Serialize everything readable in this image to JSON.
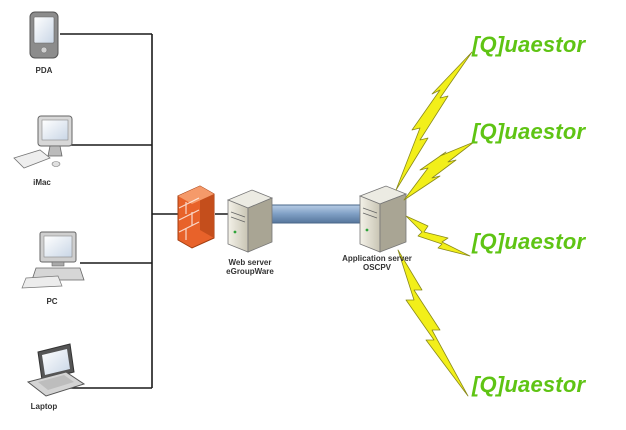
{
  "devices": {
    "pda": "PDA",
    "mac": "iMac",
    "pc": "PC",
    "laptop": "Laptop"
  },
  "servers": {
    "web_line1": "Web server",
    "web_line2": "eGroupWare",
    "app_line1": "Application server",
    "app_line2": "OSCPV"
  },
  "quaestor_label": "[Q]uaestor",
  "colors": {
    "line": "#1a1a1a",
    "firewall": "#e8622a",
    "link": "#7f9fc4",
    "lightning": "#f2ef1a",
    "brand": "#5fc414"
  }
}
